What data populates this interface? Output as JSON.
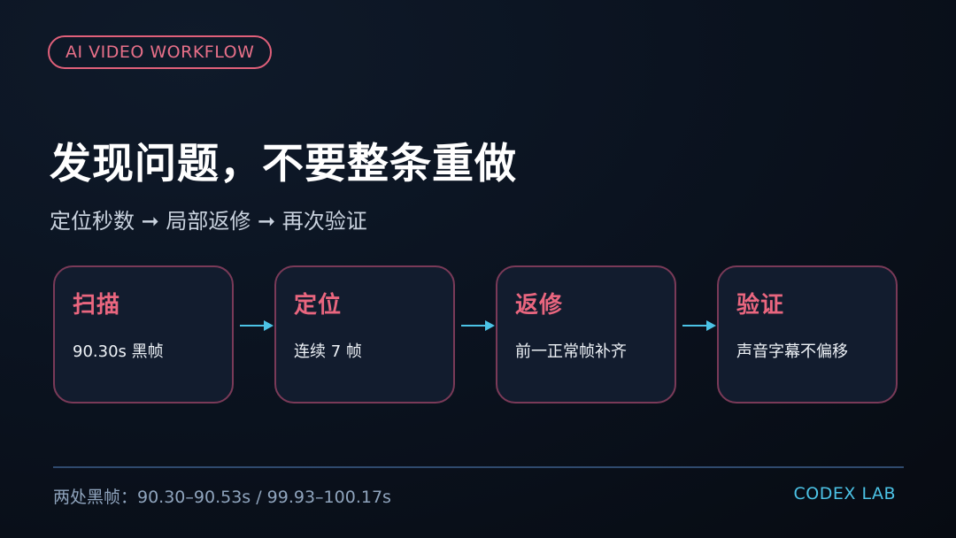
{
  "tag": {
    "label": "AI VIDEO WORKFLOW"
  },
  "title": "发现问题，不要整条重做",
  "subtitle": "定位秒数 ➞ 局部返修 ➞ 再次验证",
  "steps": [
    {
      "title": "扫描",
      "desc": "90.30s 黑帧"
    },
    {
      "title": "定位",
      "desc": "连续 7 帧"
    },
    {
      "title": "返修",
      "desc": "前一正常帧补齐"
    },
    {
      "title": "验证",
      "desc": "声音字幕不偏移"
    }
  ],
  "footer": {
    "note": "两处黑帧：90.30–90.53s / 99.93–100.17s",
    "brand": "CODEX LAB"
  },
  "colors": {
    "accent_pink": "#e9667f",
    "accent_cyan": "#4cc3e6",
    "background": "#0b1320"
  }
}
